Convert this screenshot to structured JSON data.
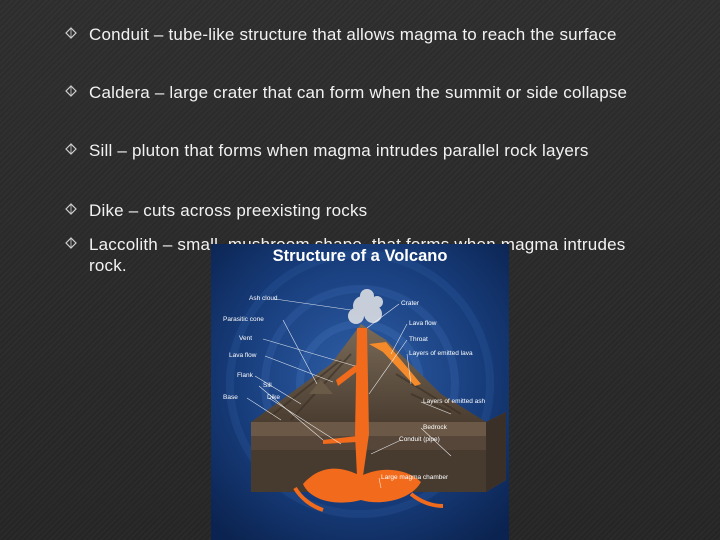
{
  "bullets": [
    {
      "text": "Conduit – tube-like structure that allows magma to reach the surface"
    },
    {
      "text": "Caldera – large crater that can form when the summit or side collapse"
    },
    {
      "text": "Sill – pluton that forms when magma intrudes parallel rock layers"
    },
    {
      "text": "Dike – cuts across preexisting rocks"
    },
    {
      "text": "Laccolith – small, mushroom shape, that forms when magma intrudes rock."
    }
  ],
  "figure": {
    "title": "Structure of a Volcano",
    "labels_left": [
      "Ash cloud",
      "Parasitic cone",
      "Vent",
      "Lava flow",
      "Flank",
      "Sill",
      "Base",
      "Dike"
    ],
    "labels_right": [
      "Crater",
      "Lava flow",
      "Throat",
      "Layers of emitted lava",
      "Layers of emitted ash",
      "Bedrock",
      "Conduit (pipe)",
      "Large magma chamber"
    ]
  },
  "colors": {
    "background": "#2b2b2b",
    "text": "#f2f2f2",
    "figure_background": "#0e2a5a",
    "magma": "#f26a1b"
  }
}
